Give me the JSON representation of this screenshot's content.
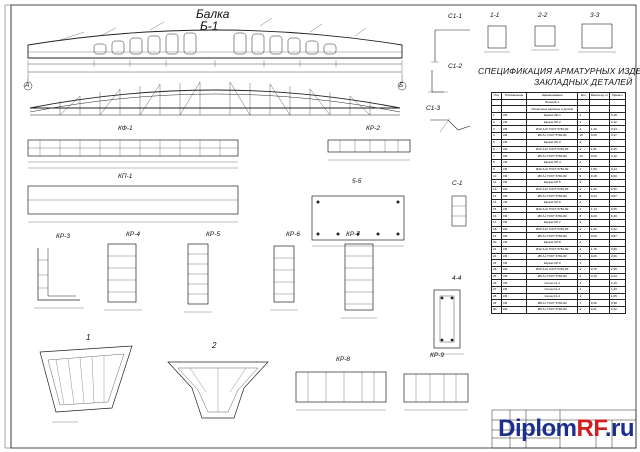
{
  "drawing": {
    "title_line1": "Балка",
    "title_line2": "Б-1",
    "spec_title_line1": "СПЕЦИФИКАЦИЯ АРМАТУРНЫХ ИЗДЕЛИЙ И",
    "spec_title_line2": "ЗАКЛАДНЫХ ДЕТАЛЕЙ"
  },
  "views": {
    "c1_1": "С1-1",
    "c1_2": "С1-2",
    "c1_3": "С1-3",
    "s11": "1-1",
    "s22": "2-2",
    "s33": "3-3",
    "s55": "5-5",
    "s44": "4-4",
    "kf1": "КФ-1",
    "kr2": "КР-2",
    "kp1": "КП-1",
    "c1": "С-1",
    "kr3": "КР-3",
    "kr4": "КР-4",
    "kr5": "КР-5",
    "kr6": "КР-6",
    "kr7": "КР-7",
    "kr8": "КР-8",
    "kr9": "КР-9",
    "node1": "1",
    "node2": "2",
    "axis_a": "А",
    "axis_b": "Б"
  },
  "spec_table": {
    "headers": [
      "Поз.",
      "Обозначение",
      "Наименование",
      "Кол.",
      "Масса ед. кг",
      "Примеч."
    ],
    "rows": [
      [
        "",
        "",
        "Балка Б-1",
        "",
        "",
        ""
      ],
      [
        "",
        "",
        "Сборочные единицы и детали",
        "",
        "",
        ""
      ],
      [
        "1",
        "КФ",
        "Каркас КФ-1",
        "1",
        "",
        "0,18"
      ],
      [
        "2",
        "КФ",
        "Каркас КР-2",
        "1",
        "",
        "0,12"
      ],
      [
        "3",
        "КФ",
        "Ø10 А-III ГОСТ 5781-82",
        "4",
        "1,20",
        "0,34"
      ],
      [
        "4",
        "КФ",
        "Ø6 A-I ГОСТ 5781-82",
        "16",
        "0,25",
        "0,47"
      ],
      [
        "5",
        "КФ",
        "Каркас КР-3",
        "2",
        "",
        ""
      ],
      [
        "6",
        "КФ",
        "Ø12 А-III ГОСТ 5781-82",
        "2",
        "1,81",
        "0,45"
      ],
      [
        "7",
        "КФ",
        "Ø6 A-I ГОСТ 5781-82",
        "12",
        "0,20",
        "0,12"
      ],
      [
        "8",
        "КФ",
        "Каркас КР-4",
        "2",
        "",
        ""
      ],
      [
        "9",
        "КФ",
        "Ø10 А-III ГОСТ 5781-82",
        "2",
        "1,80",
        "0,44"
      ],
      [
        "10",
        "КФ",
        "Ø6 A-I ГОСТ 5781-82",
        "9",
        "0,18",
        "0,60"
      ],
      [
        "11",
        "КФ",
        "Каркас КР-5",
        "2",
        "",
        ""
      ],
      [
        "12",
        "КФ",
        "Ø12 А-III ГОСТ 5781-82",
        "2",
        "1,60",
        "0,52"
      ],
      [
        "13",
        "КФ",
        "Ø6 A-I ГОСТ 5781-82",
        "8",
        "0,24",
        "0,07"
      ],
      [
        "14",
        "КФ",
        "Каркас КР-6",
        "2",
        "",
        ""
      ],
      [
        "15",
        "КФ",
        "Ø10 А-III ГОСТ 5781-82",
        "2",
        "1,14",
        "0,25"
      ],
      [
        "16",
        "КФ",
        "Ø6 A-I ГОСТ 5781-82",
        "6",
        "0,29",
        "0,40"
      ],
      [
        "17",
        "КФ",
        "Каркас КР-7",
        "2",
        "",
        ""
      ],
      [
        "18",
        "КФ",
        "Ø10 А-III ГОСТ 5781-82",
        "2",
        "1,60",
        "0,22"
      ],
      [
        "19",
        "КФ",
        "Ø6 A-I ГОСТ 5781-82",
        "7",
        "0,20",
        "0,57"
      ],
      [
        "20",
        "КФ",
        "Каркас КР-8",
        "2",
        "",
        ""
      ],
      [
        "21",
        "КФ",
        "Ø12 А-III ГОСТ 5781-82",
        "2",
        "1,79",
        "0,66"
      ],
      [
        "22",
        "КФ",
        "Ø6 A-I ГОСТ 5781-82",
        "6",
        "0,26",
        "0,36"
      ],
      [
        "23",
        "КФ",
        "Каркас КР-9",
        "1",
        "",
        ""
      ],
      [
        "24",
        "КФ",
        "Ø10 А-III ГОСТ 5781-82",
        "2",
        "0,76",
        "2,38"
      ],
      [
        "25",
        "КФ",
        "Ø6 A-I ГОСТ 5781-82",
        "4",
        "0,19",
        "0,43"
      ],
      [
        "26",
        "КФ",
        "Сетка С1-1",
        "1",
        "",
        "1,10"
      ],
      [
        "27",
        "КФ",
        "Сетка С1-2",
        "1",
        "",
        "1,20"
      ],
      [
        "28",
        "КФ",
        "Сетка С1-3",
        "1",
        "",
        "1,05"
      ],
      [
        "29",
        "КФ",
        "Ø8 A-I ГОСТ 5781-82",
        "1",
        "0,36",
        "0,98"
      ],
      [
        "30",
        "КФ",
        "Ø6 A-I ГОСТ 5781-82",
        "2",
        "0,21",
        "0,42"
      ]
    ]
  },
  "watermark": {
    "part1": "Diplom",
    "part2": "RF",
    "part3": ".ru"
  }
}
